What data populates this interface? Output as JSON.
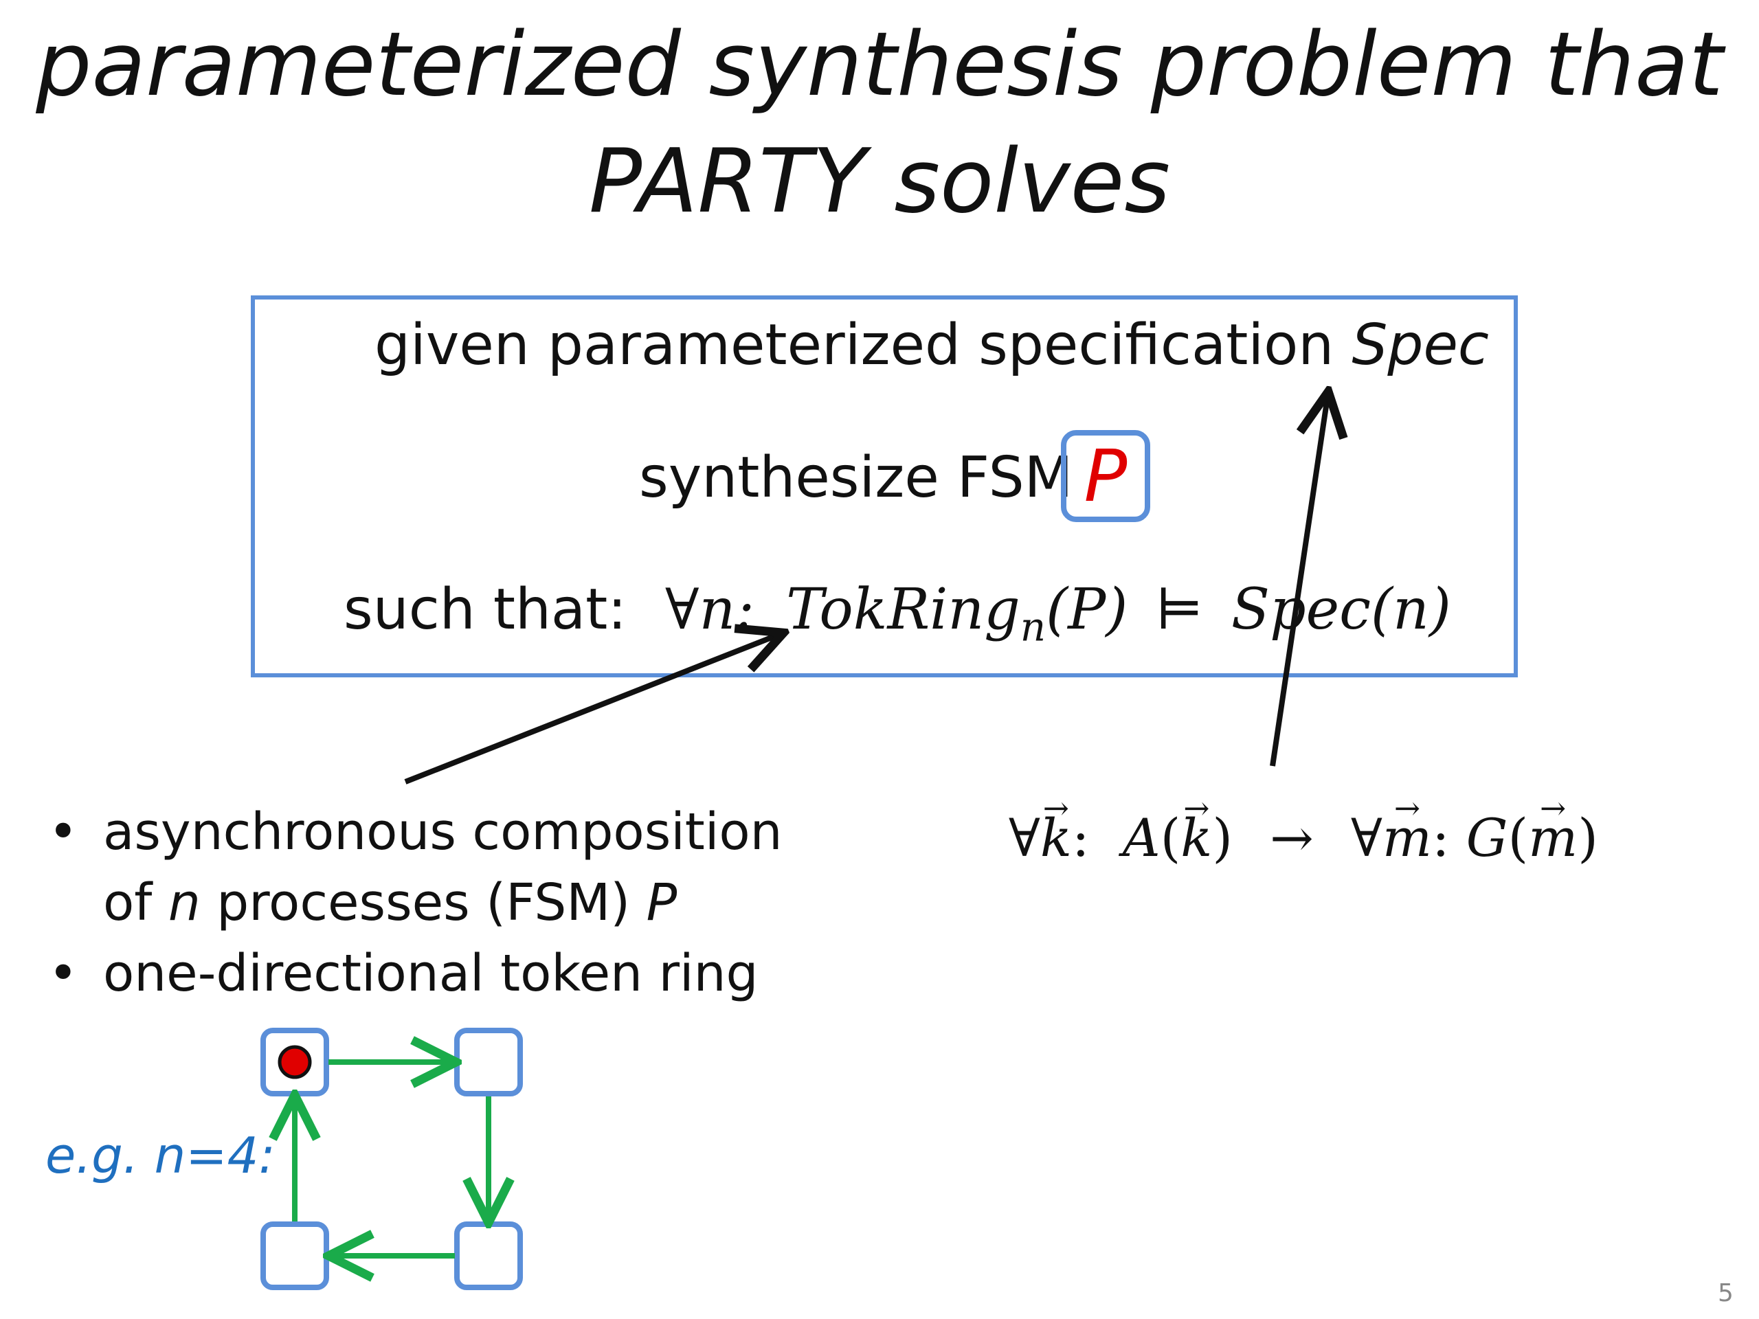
{
  "title": {
    "line1": "parameterized synthesis problem that",
    "line2": "PARTY solves"
  },
  "box": {
    "given_text": "given parameterized specification ",
    "given_spec": "Spec",
    "synth_text": "synthesize FSM",
    "p_badge": "P",
    "such_that_label": "such that:",
    "forall_n": "∀n:",
    "tokring": "TokRing",
    "tokring_sub": "n",
    "tokring_arg": "(P)",
    "models": "⊨",
    "spec_n": "Spec(n)"
  },
  "bullets": {
    "b1_pre": "asynchronous composition",
    "b1_line2_pre": "of ",
    "b1_n": "n",
    "b1_mid": " processes (FSM) ",
    "b1_p": "P",
    "b2": "one-directional token ring"
  },
  "formula_right": {
    "forall": "∀",
    "k": "k",
    "colon": ":",
    "A": "A",
    "open": "(",
    "close": ")",
    "arrow": "→",
    "forall2": "∀",
    "m": "m",
    "colon2": ":",
    "G": "G"
  },
  "example_label": "e.g. n=4:",
  "ring": {
    "node_count": 4,
    "token_at": 0
  },
  "colors": {
    "box_border": "#5b8fd9",
    "p_letter": "#e00000",
    "ring_arrow": "#1aab4a",
    "token": "#e00000",
    "example_label": "#1f6fbf"
  },
  "slide_number": "5"
}
